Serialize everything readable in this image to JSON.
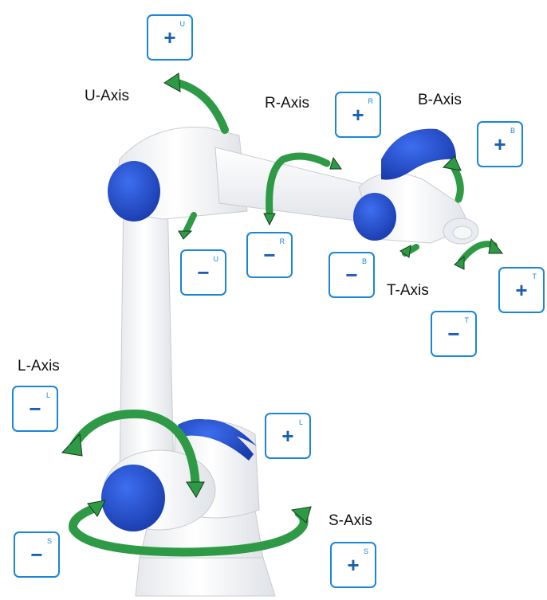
{
  "axis_labels": {
    "u": "U-Axis",
    "r": "R-Axis",
    "b": "B-Axis",
    "t": "T-Axis",
    "l": "L-Axis",
    "s": "S-Axis"
  },
  "jog_buttons": {
    "u_plus": {
      "sign": "+",
      "axis": "U"
    },
    "u_minus": {
      "sign": "−",
      "axis": "U"
    },
    "r_plus": {
      "sign": "+",
      "axis": "R"
    },
    "r_minus": {
      "sign": "−",
      "axis": "R"
    },
    "b_plus": {
      "sign": "+",
      "axis": "B"
    },
    "b_minus": {
      "sign": "−",
      "axis": "B"
    },
    "t_plus": {
      "sign": "+",
      "axis": "T"
    },
    "t_minus": {
      "sign": "−",
      "axis": "T"
    },
    "l_plus": {
      "sign": "+",
      "axis": "L"
    },
    "l_minus": {
      "sign": "−",
      "axis": "L"
    },
    "s_plus": {
      "sign": "+",
      "axis": "S"
    },
    "s_minus": {
      "sign": "−",
      "axis": "S"
    }
  },
  "colors": {
    "robot_body": "#f4f5f7",
    "robot_outline": "#c9ccd2",
    "joint_cap": "#1f48c4",
    "arrow_fill": "#2f9a46",
    "arrow_outline": "#123d1c",
    "button_border": "#1a86d8",
    "button_text": "#1a5fb4"
  }
}
